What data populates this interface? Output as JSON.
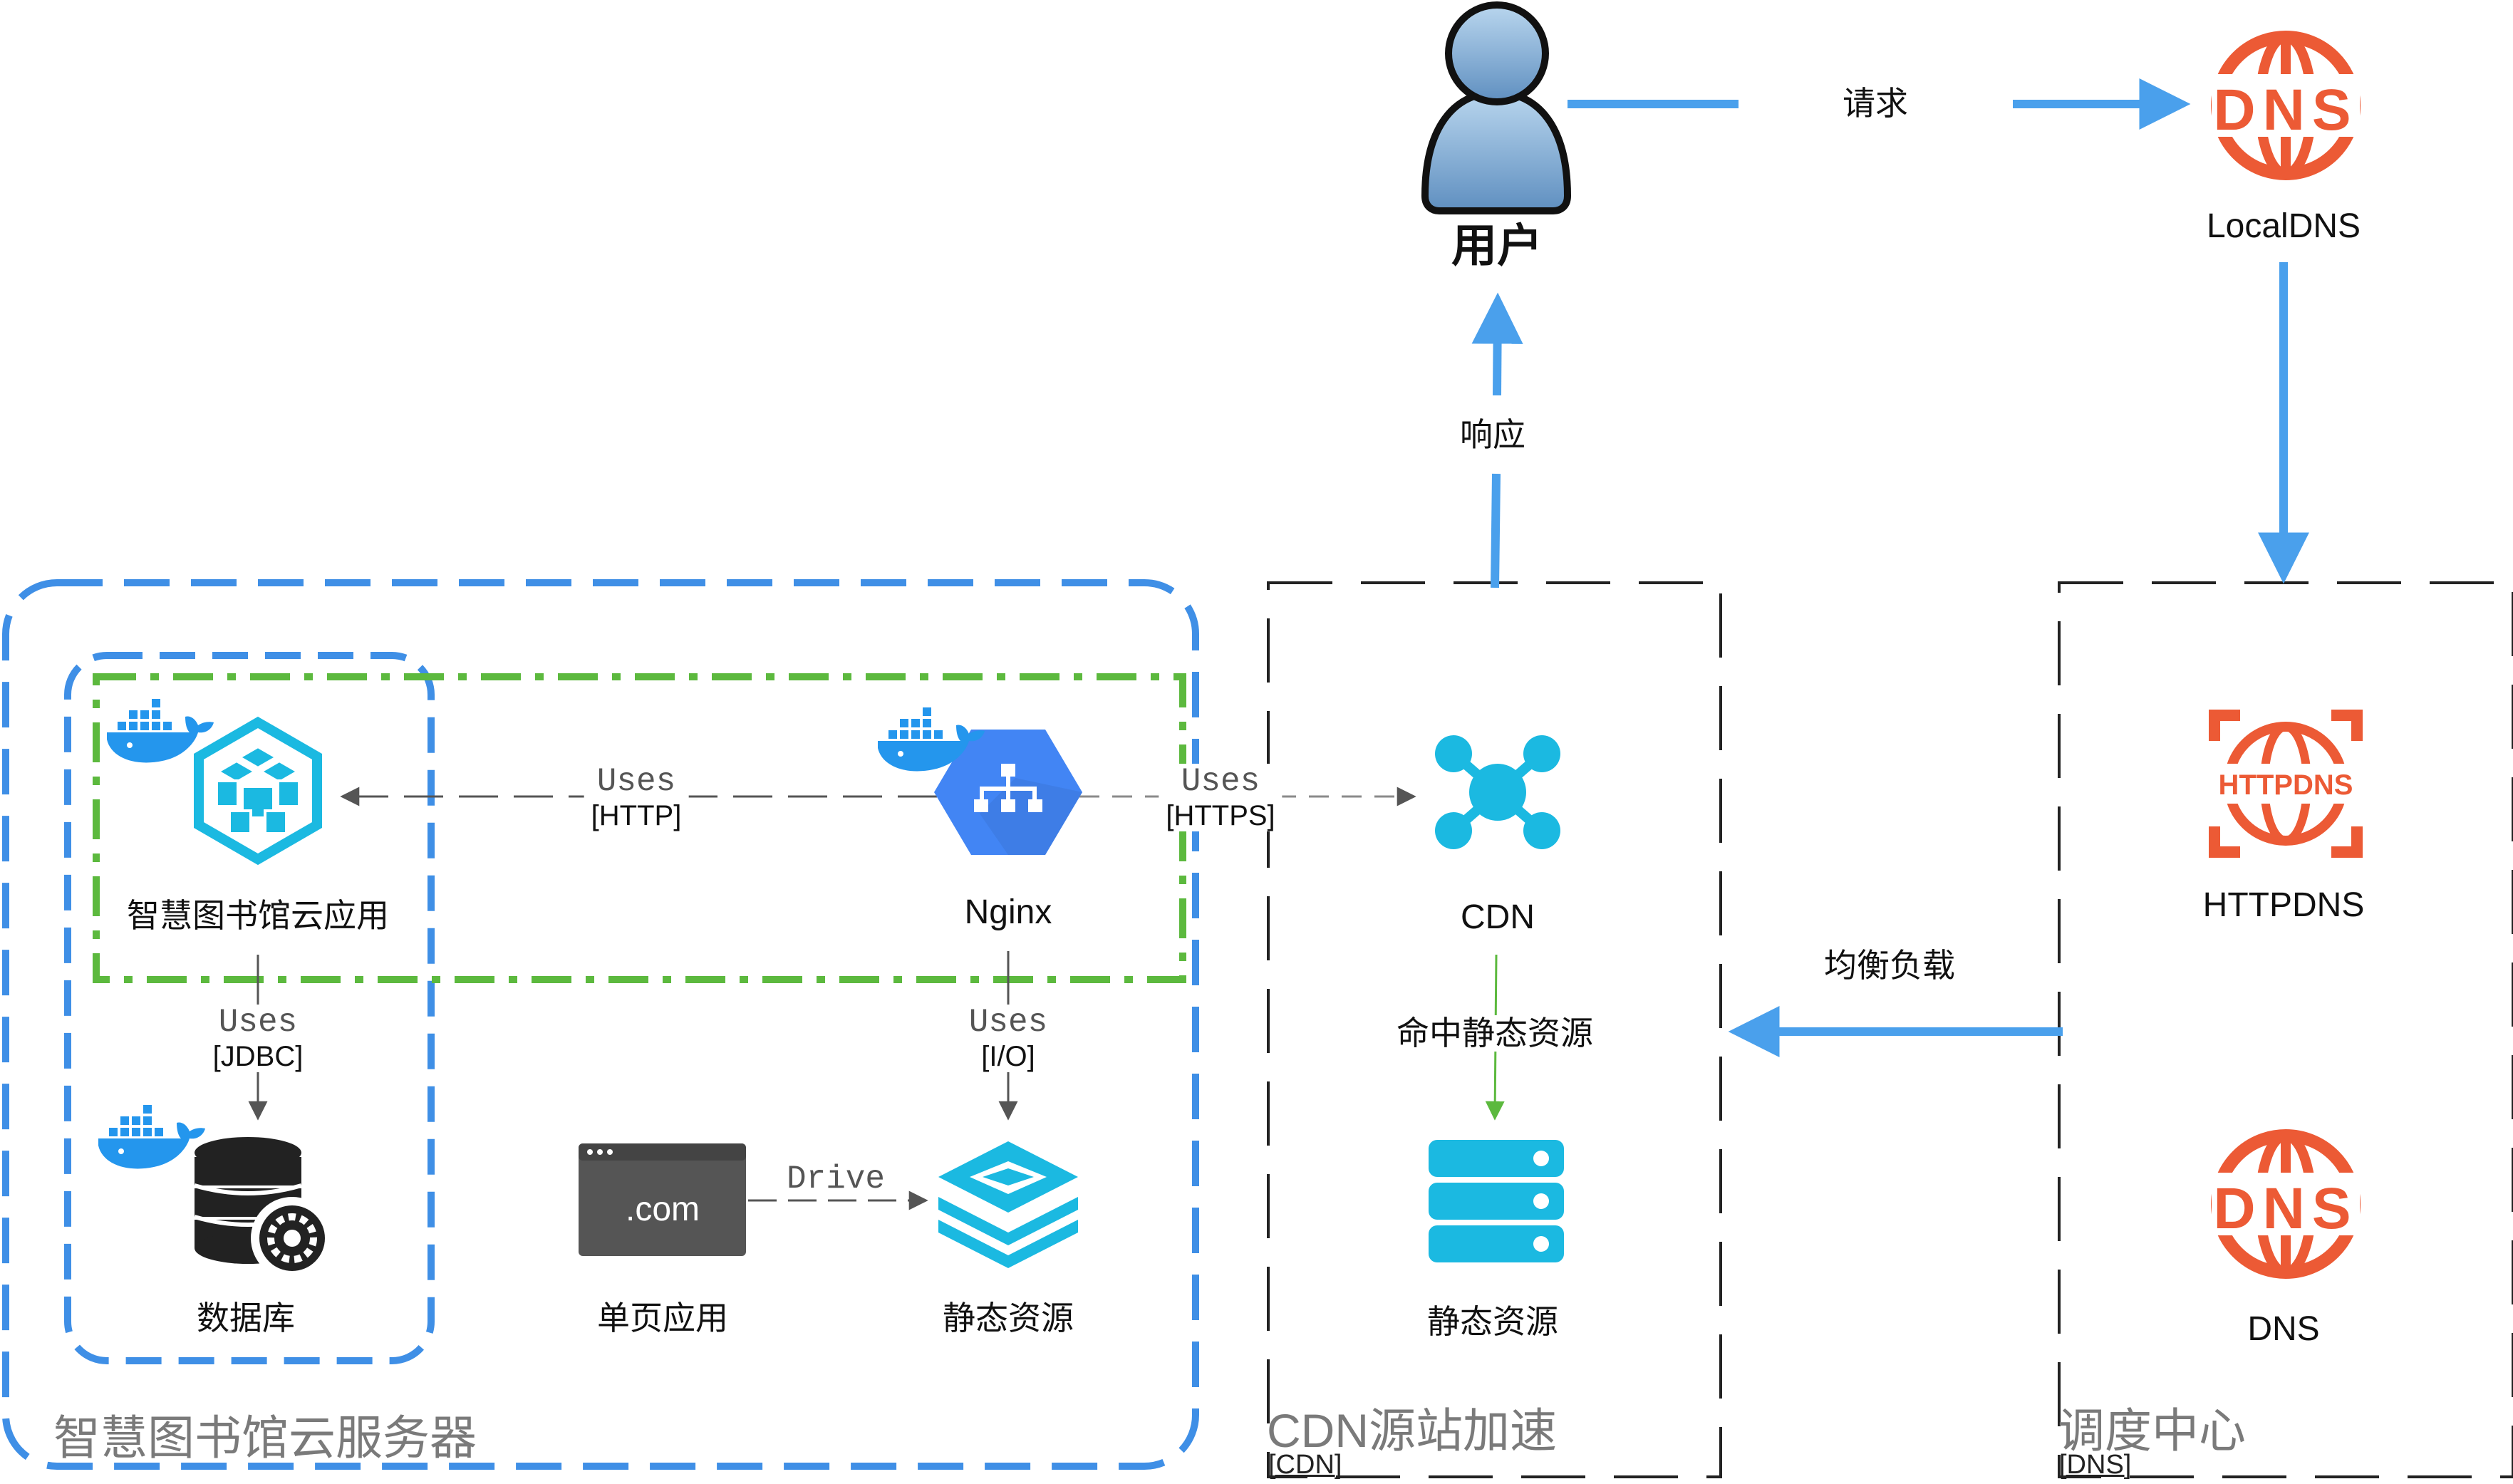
{
  "user": {
    "label": "用户"
  },
  "request": {
    "label": "请求"
  },
  "response": {
    "label": "响应"
  },
  "local_dns": {
    "label": "LocalDNS",
    "logo_text": "DNS"
  },
  "httpdns": {
    "label": "HTTPDNS",
    "logo_text": "HTTPDNS"
  },
  "dns": {
    "label": "DNS",
    "logo_text": "DNS"
  },
  "load_balance": {
    "label": "均衡负载"
  },
  "cdn": {
    "label": "CDN",
    "hit_label": "命中静态资源",
    "static_label": "静态资源"
  },
  "cdn_boundary": {
    "title": "CDN源站加速",
    "tag": "[CDN]"
  },
  "dispatch_boundary": {
    "title": "调度中心",
    "tag": "[DNS]"
  },
  "server_boundary": {
    "title": "智慧图书馆云服务器"
  },
  "app": {
    "label": "智慧图书馆云应用"
  },
  "nginx": {
    "label": "Nginx"
  },
  "database": {
    "label": "数据库"
  },
  "spa": {
    "label": "单页应用",
    "screen_text": ".com"
  },
  "static_res": {
    "label": "静态资源"
  },
  "edges": {
    "nginx_app": {
      "verb": "Uses",
      "proto": "[HTTP]"
    },
    "nginx_cdn": {
      "verb": "Uses",
      "proto": "[HTTPS]"
    },
    "app_db": {
      "verb": "Uses",
      "proto": "[JDBC]"
    },
    "nginx_static": {
      "verb": "Uses",
      "proto": "[I/O]"
    },
    "spa_static": {
      "verb": "Drive"
    }
  },
  "colors": {
    "flow_blue": "#4aa0ec",
    "container_blue": "#3f8fe6",
    "green_dashdot": "#5cb93e",
    "dns_red": "#ec5a35",
    "cyan": "#1bb9e1",
    "docker_blue": "#2496ed",
    "nginx_blue": "#4285f4",
    "hit_green": "#5cb93e"
  }
}
